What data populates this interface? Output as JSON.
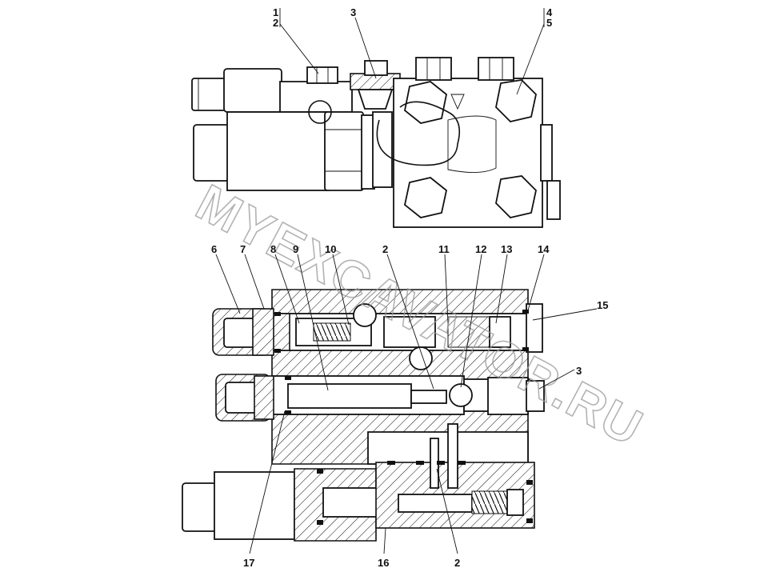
{
  "diagram": {
    "watermark": "MYEXCAVATOR.RU",
    "callouts": [
      {
        "id": "c1",
        "text": "1"
      },
      {
        "id": "c2",
        "text": "2"
      },
      {
        "id": "c3",
        "text": "3"
      },
      {
        "id": "c4",
        "text": "4"
      },
      {
        "id": "c5",
        "text": "5"
      },
      {
        "id": "c6",
        "text": "6"
      },
      {
        "id": "c7",
        "text": "7"
      },
      {
        "id": "c8",
        "text": "8"
      },
      {
        "id": "c9",
        "text": "9"
      },
      {
        "id": "c10",
        "text": "10"
      },
      {
        "id": "c2b",
        "text": "2"
      },
      {
        "id": "c11",
        "text": "11"
      },
      {
        "id": "c12",
        "text": "12"
      },
      {
        "id": "c13",
        "text": "13"
      },
      {
        "id": "c14",
        "text": "14"
      },
      {
        "id": "c15",
        "text": "15"
      },
      {
        "id": "c3b",
        "text": "3"
      },
      {
        "id": "c17",
        "text": "17"
      },
      {
        "id": "c16",
        "text": "16"
      },
      {
        "id": "c2c",
        "text": "2"
      }
    ]
  }
}
